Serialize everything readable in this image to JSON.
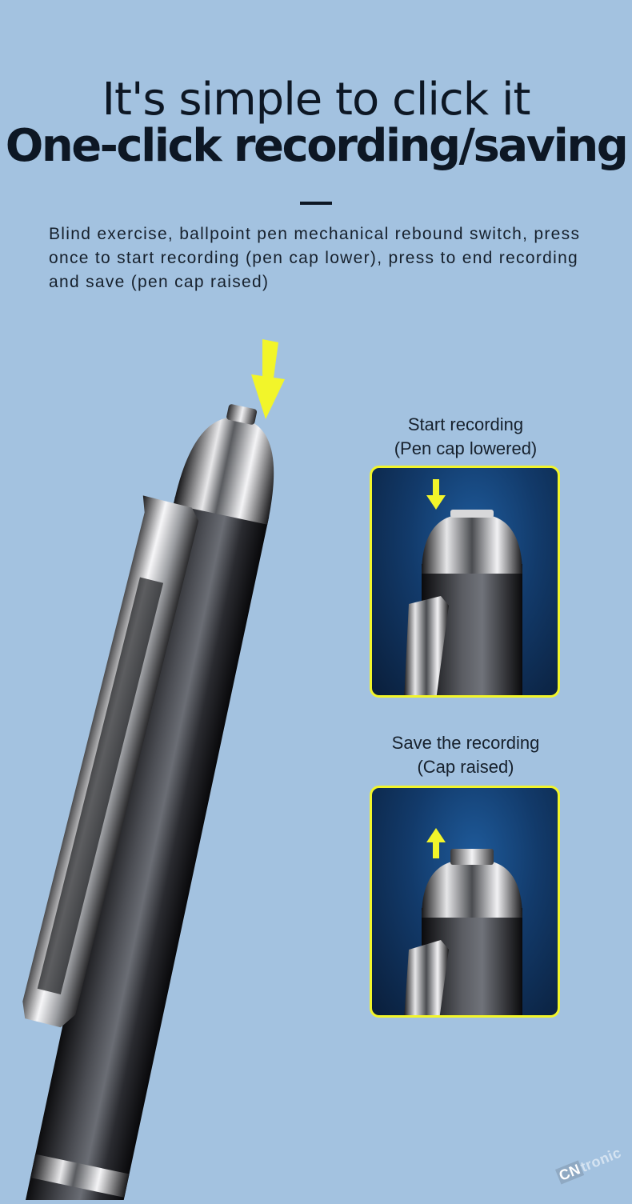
{
  "header": {
    "title_line1": "It's simple to click it",
    "title_line2": "One-click recording/saving"
  },
  "description": "Blind exercise, ballpoint pen mechanical rebound switch, press once to start recording (pen cap lower), press to end recording and save (pen cap raised)",
  "panels": [
    {
      "caption_line1": "Start recording",
      "caption_line2": "(Pen cap lowered)",
      "arrow_direction": "down"
    },
    {
      "caption_line1": "Save the recording",
      "caption_line2": "(Cap raised)",
      "arrow_direction": "up"
    }
  ],
  "watermark": {
    "prefix": "CN",
    "suffix": "tronic"
  },
  "colors": {
    "background": "#a3c2e0",
    "arrow": "#f2f52a",
    "panel_border": "#f2f52a",
    "text": "#0d1724"
  }
}
